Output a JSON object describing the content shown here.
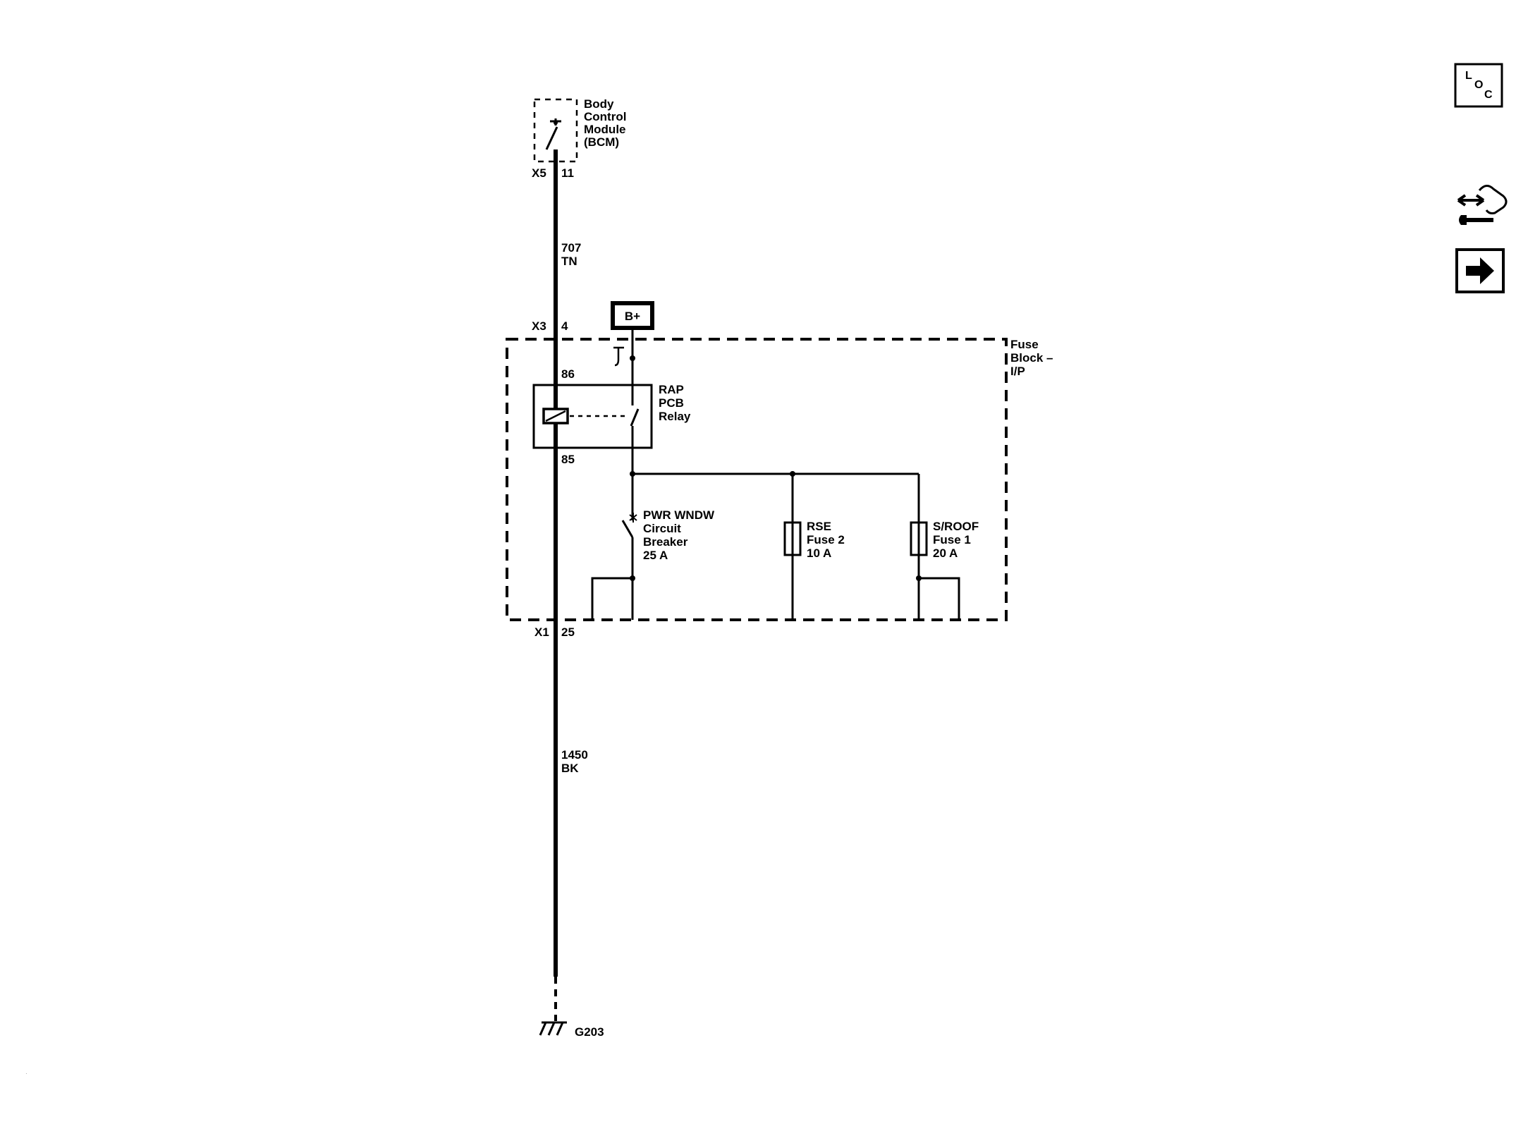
{
  "modules": {
    "bcm": {
      "lines": [
        "Body",
        "Control",
        "Module",
        "(BCM)"
      ]
    },
    "fuse_block": {
      "lines": [
        "Fuse",
        "Block –",
        "I/P"
      ]
    }
  },
  "connectors": {
    "x5": {
      "conn": "X5",
      "pin": "11"
    },
    "x3": {
      "conn": "X3",
      "pin": "4"
    },
    "x1": {
      "conn": "X1",
      "pin": "25"
    }
  },
  "wires": {
    "upper": {
      "circuit": "707",
      "color": "TN"
    },
    "lower": {
      "circuit": "1450",
      "color": "BK"
    }
  },
  "power": {
    "label": "B+"
  },
  "relay": {
    "lines": [
      "RAP",
      "PCB",
      "Relay"
    ],
    "pin_top": "86",
    "pin_bottom": "85"
  },
  "circuit_breaker": {
    "lines": [
      "PWR WNDW",
      "Circuit",
      "Breaker",
      "25 A"
    ]
  },
  "fuses": [
    {
      "lines": [
        "RSE",
        "Fuse 2",
        "10 A"
      ]
    },
    {
      "lines": [
        "S/ROOF",
        "Fuse 1",
        "20 A"
      ]
    }
  ],
  "ground": {
    "label": "G203"
  },
  "nav": {
    "loc": {
      "l": "L",
      "o": "O",
      "c": "C"
    },
    "icons": [
      "component-connector-icon",
      "next-arrow-icon"
    ]
  }
}
